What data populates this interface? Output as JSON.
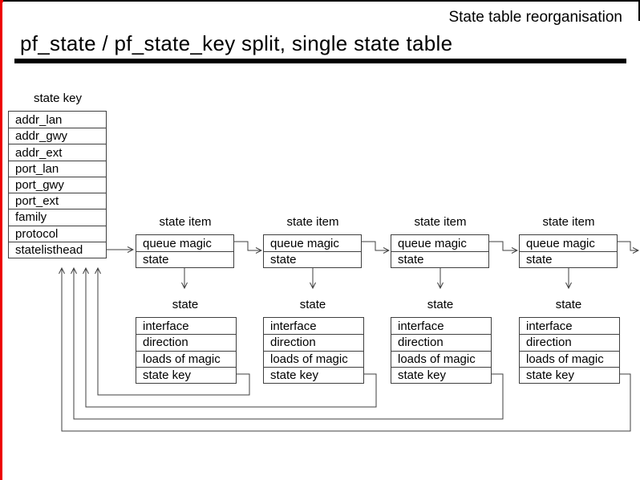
{
  "page": {
    "slide_label": "State table reorganisation",
    "title": "pf_state / pf_state_key split, single state table"
  },
  "colors": {
    "left_border": "#ee0000",
    "line": "#3f3f3f",
    "rule": "#000000"
  },
  "state_key_table": {
    "label": "state key",
    "rows": [
      "addr_lan",
      "addr_gwy",
      "addr_ext",
      "port_lan",
      "port_gwy",
      "port_ext",
      "family",
      "protocol",
      "statelisthead"
    ]
  },
  "state_items": [
    {
      "label": "state item",
      "rows": [
        "queue magic",
        "state"
      ]
    },
    {
      "label": "state item",
      "rows": [
        "queue magic",
        "state"
      ]
    },
    {
      "label": "state item",
      "rows": [
        "queue magic",
        "state"
      ]
    },
    {
      "label": "state item",
      "rows": [
        "queue magic",
        "state"
      ]
    }
  ],
  "states": [
    {
      "label": "state",
      "rows": [
        "interface",
        "direction",
        "loads of magic",
        "state key"
      ]
    },
    {
      "label": "state",
      "rows": [
        "interface",
        "direction",
        "loads of magic",
        "state key"
      ]
    },
    {
      "label": "state",
      "rows": [
        "interface",
        "direction",
        "loads of magic",
        "state key"
      ]
    },
    {
      "label": "state",
      "rows": [
        "interface",
        "direction",
        "loads of magic",
        "state key"
      ]
    }
  ]
}
